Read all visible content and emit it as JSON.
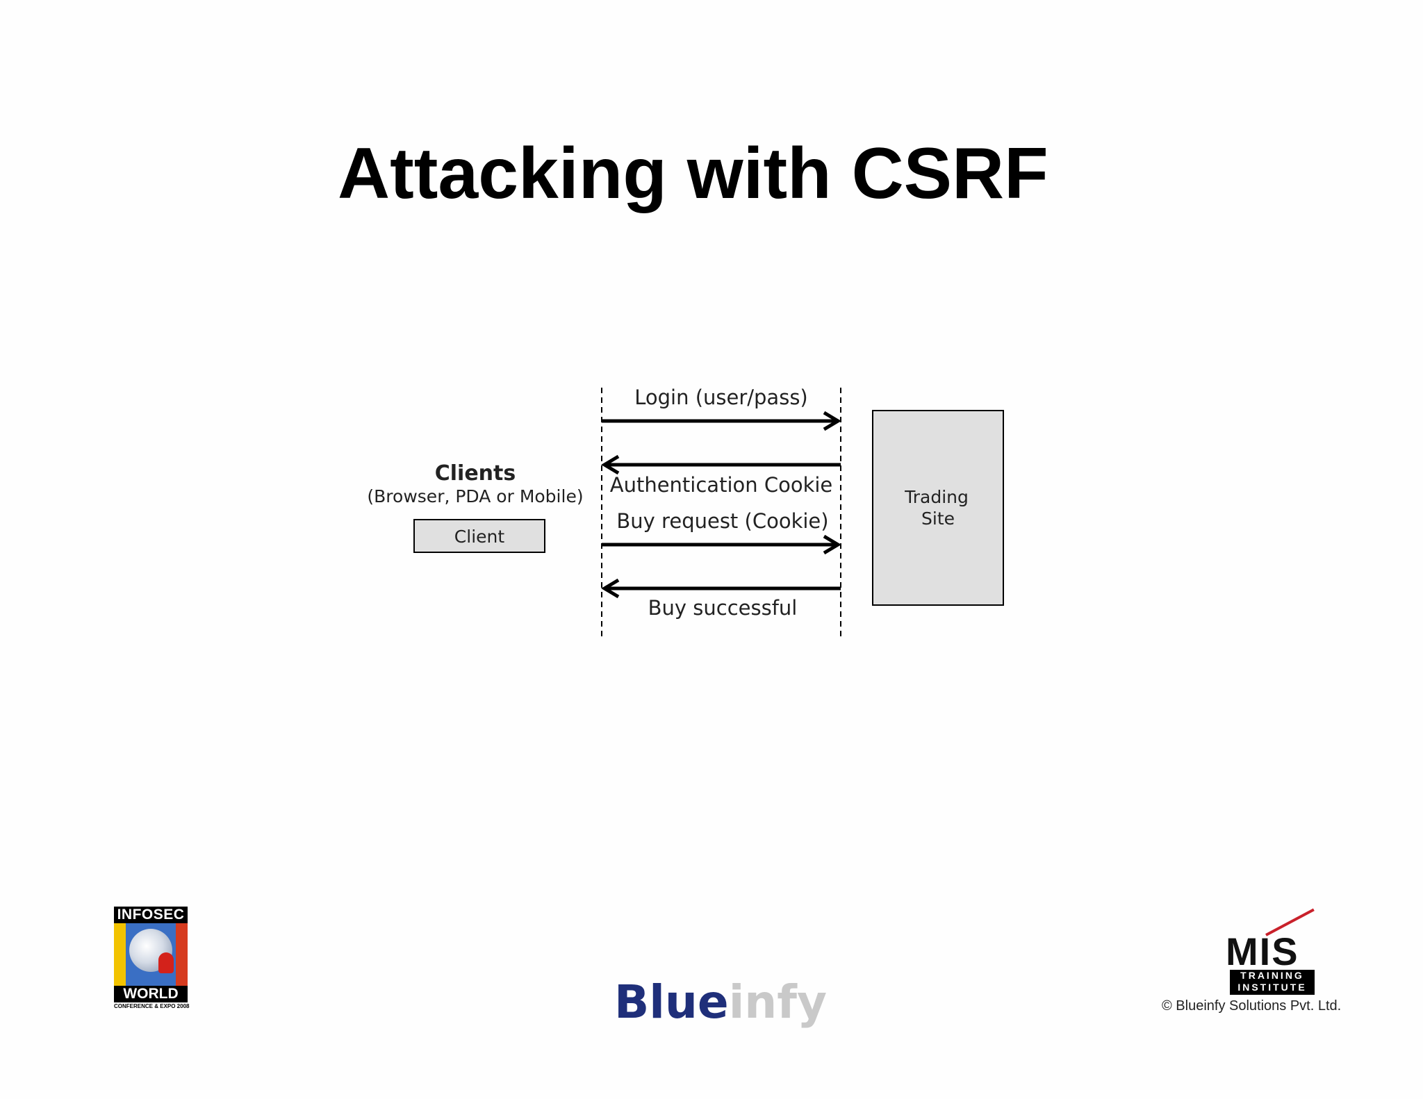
{
  "slide": {
    "title": "Attacking with CSRF"
  },
  "diagram": {
    "clients_heading": "Clients",
    "clients_subtitle": "(Browser, PDA or Mobile)",
    "client_box_label": "Client",
    "server_box_label_line1": "Trading",
    "server_box_label_line2": "Site",
    "messages": [
      {
        "label": "Login (user/pass)",
        "direction": "right"
      },
      {
        "label": "Authentication Cookie",
        "direction": "left"
      },
      {
        "label": "Buy request (Cookie)",
        "direction": "right"
      },
      {
        "label": "Buy successful",
        "direction": "left"
      }
    ]
  },
  "footer": {
    "infosec_top": "INFOSEC",
    "infosec_bottom": "WORLD",
    "infosec_sub": "CONFERENCE & EXPO 2008",
    "blueinfy_blue": "Blue",
    "blueinfy_grey": "infy",
    "mis_letters": "MIS",
    "mis_line1": "TRAINING",
    "mis_line2": "INSTITUTE",
    "copyright": "© Blueinfy Solutions Pvt. Ltd."
  },
  "colors": {
    "box_fill": "#e0e0e0",
    "blueinfy_blue": "#1f2f7a",
    "mis_red": "#c9212b"
  }
}
